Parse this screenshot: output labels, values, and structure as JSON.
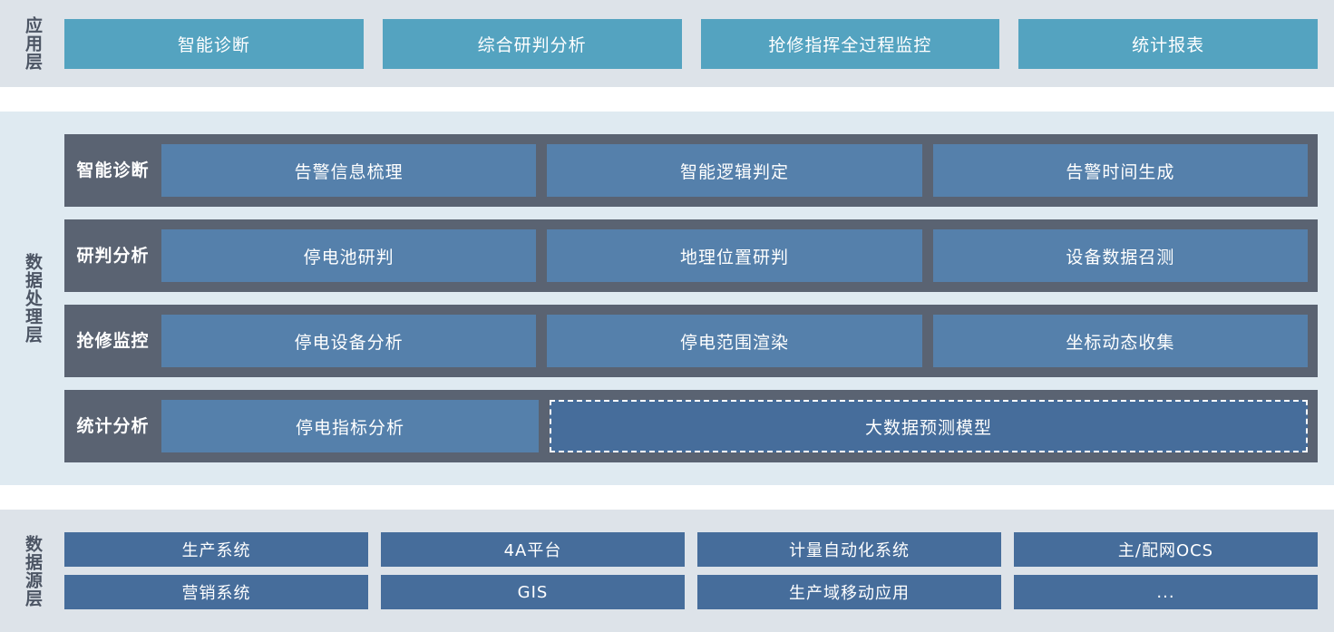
{
  "layers": {
    "application": {
      "label": "应用层",
      "cards": [
        "智能诊断",
        "综合研判分析",
        "抢修指挥全过程监控",
        "统计报表"
      ]
    },
    "processing": {
      "label": "数据处理层",
      "rows": [
        {
          "head": "智能\n诊断",
          "head_line1": "智能",
          "head_line2": "诊断",
          "cells": [
            "告警信息梳理",
            "智能逻辑判定",
            "告警时间生成"
          ]
        },
        {
          "head": "研判\n分析",
          "head_line1": "研判",
          "head_line2": "分析",
          "cells": [
            "停电池研判",
            "地理位置研判",
            "设备数据召测"
          ]
        },
        {
          "head": "抢修\n监控",
          "head_line1": "抢修",
          "head_line2": "监控",
          "cells": [
            "停电设备分析",
            "停电范围渲染",
            "坐标动态收集"
          ]
        },
        {
          "head": "统计\n分析",
          "head_line1": "统计",
          "head_line2": "分析",
          "cells": [
            "停电指标分析",
            "大数据预测模型"
          ]
        }
      ]
    },
    "datasource": {
      "label": "数据源层",
      "rows": [
        [
          "生产系统",
          "4A平台",
          "计量自动化系统",
          "主/配网OCS"
        ],
        [
          "营销系统",
          "GIS",
          "生产域移动应用",
          "..."
        ]
      ]
    }
  },
  "colors": {
    "app_band_bg": "#dde3e9",
    "app_card": "#54a3c0",
    "proc_band_bg": "#dfeaf1",
    "proc_row_head": "#5a6372",
    "proc_cell": "#5580ab",
    "proc_cell_dashed": "#466d9b",
    "src_band_bg": "#dde3e9",
    "src_card": "#466d9b",
    "label_text": "#4c5564",
    "card_text": "#ffffff"
  }
}
